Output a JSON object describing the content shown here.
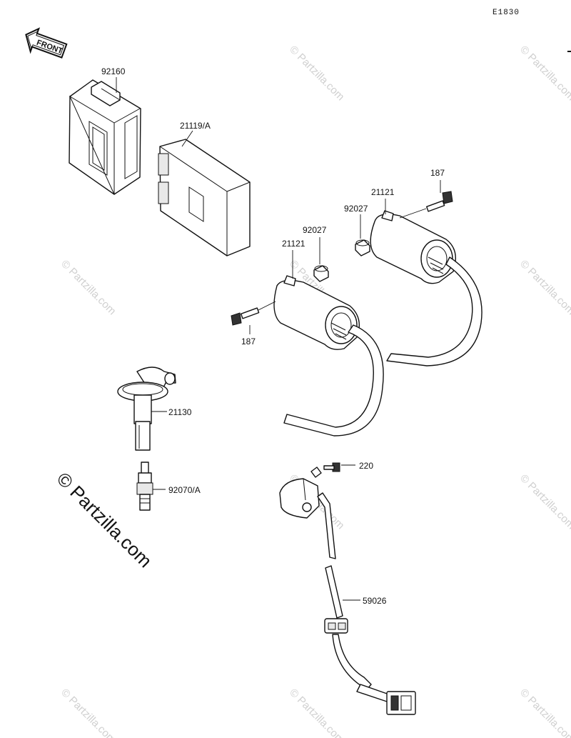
{
  "diagram_code": "E1830",
  "front_arrow_label": "FRONT",
  "watermark_text": "© Partzilla.com",
  "watermark_side_text": "© Partzilla.com",
  "parts": [
    {
      "id": "92160",
      "label": "92160"
    },
    {
      "id": "21119A",
      "label": "21119/A"
    },
    {
      "id": "187_right",
      "label": "187"
    },
    {
      "id": "21121_right",
      "label": "21121"
    },
    {
      "id": "92027_right",
      "label": "92027"
    },
    {
      "id": "92027_left",
      "label": "92027"
    },
    {
      "id": "21121_left",
      "label": "21121"
    },
    {
      "id": "187_left",
      "label": "187"
    },
    {
      "id": "21130",
      "label": "21130"
    },
    {
      "id": "92070A",
      "label": "92070/A"
    },
    {
      "id": "220",
      "label": "220"
    },
    {
      "id": "59026",
      "label": "59026"
    }
  ],
  "colors": {
    "line": "#111111",
    "watermark": "#d0d0d0",
    "background": "#ffffff"
  }
}
